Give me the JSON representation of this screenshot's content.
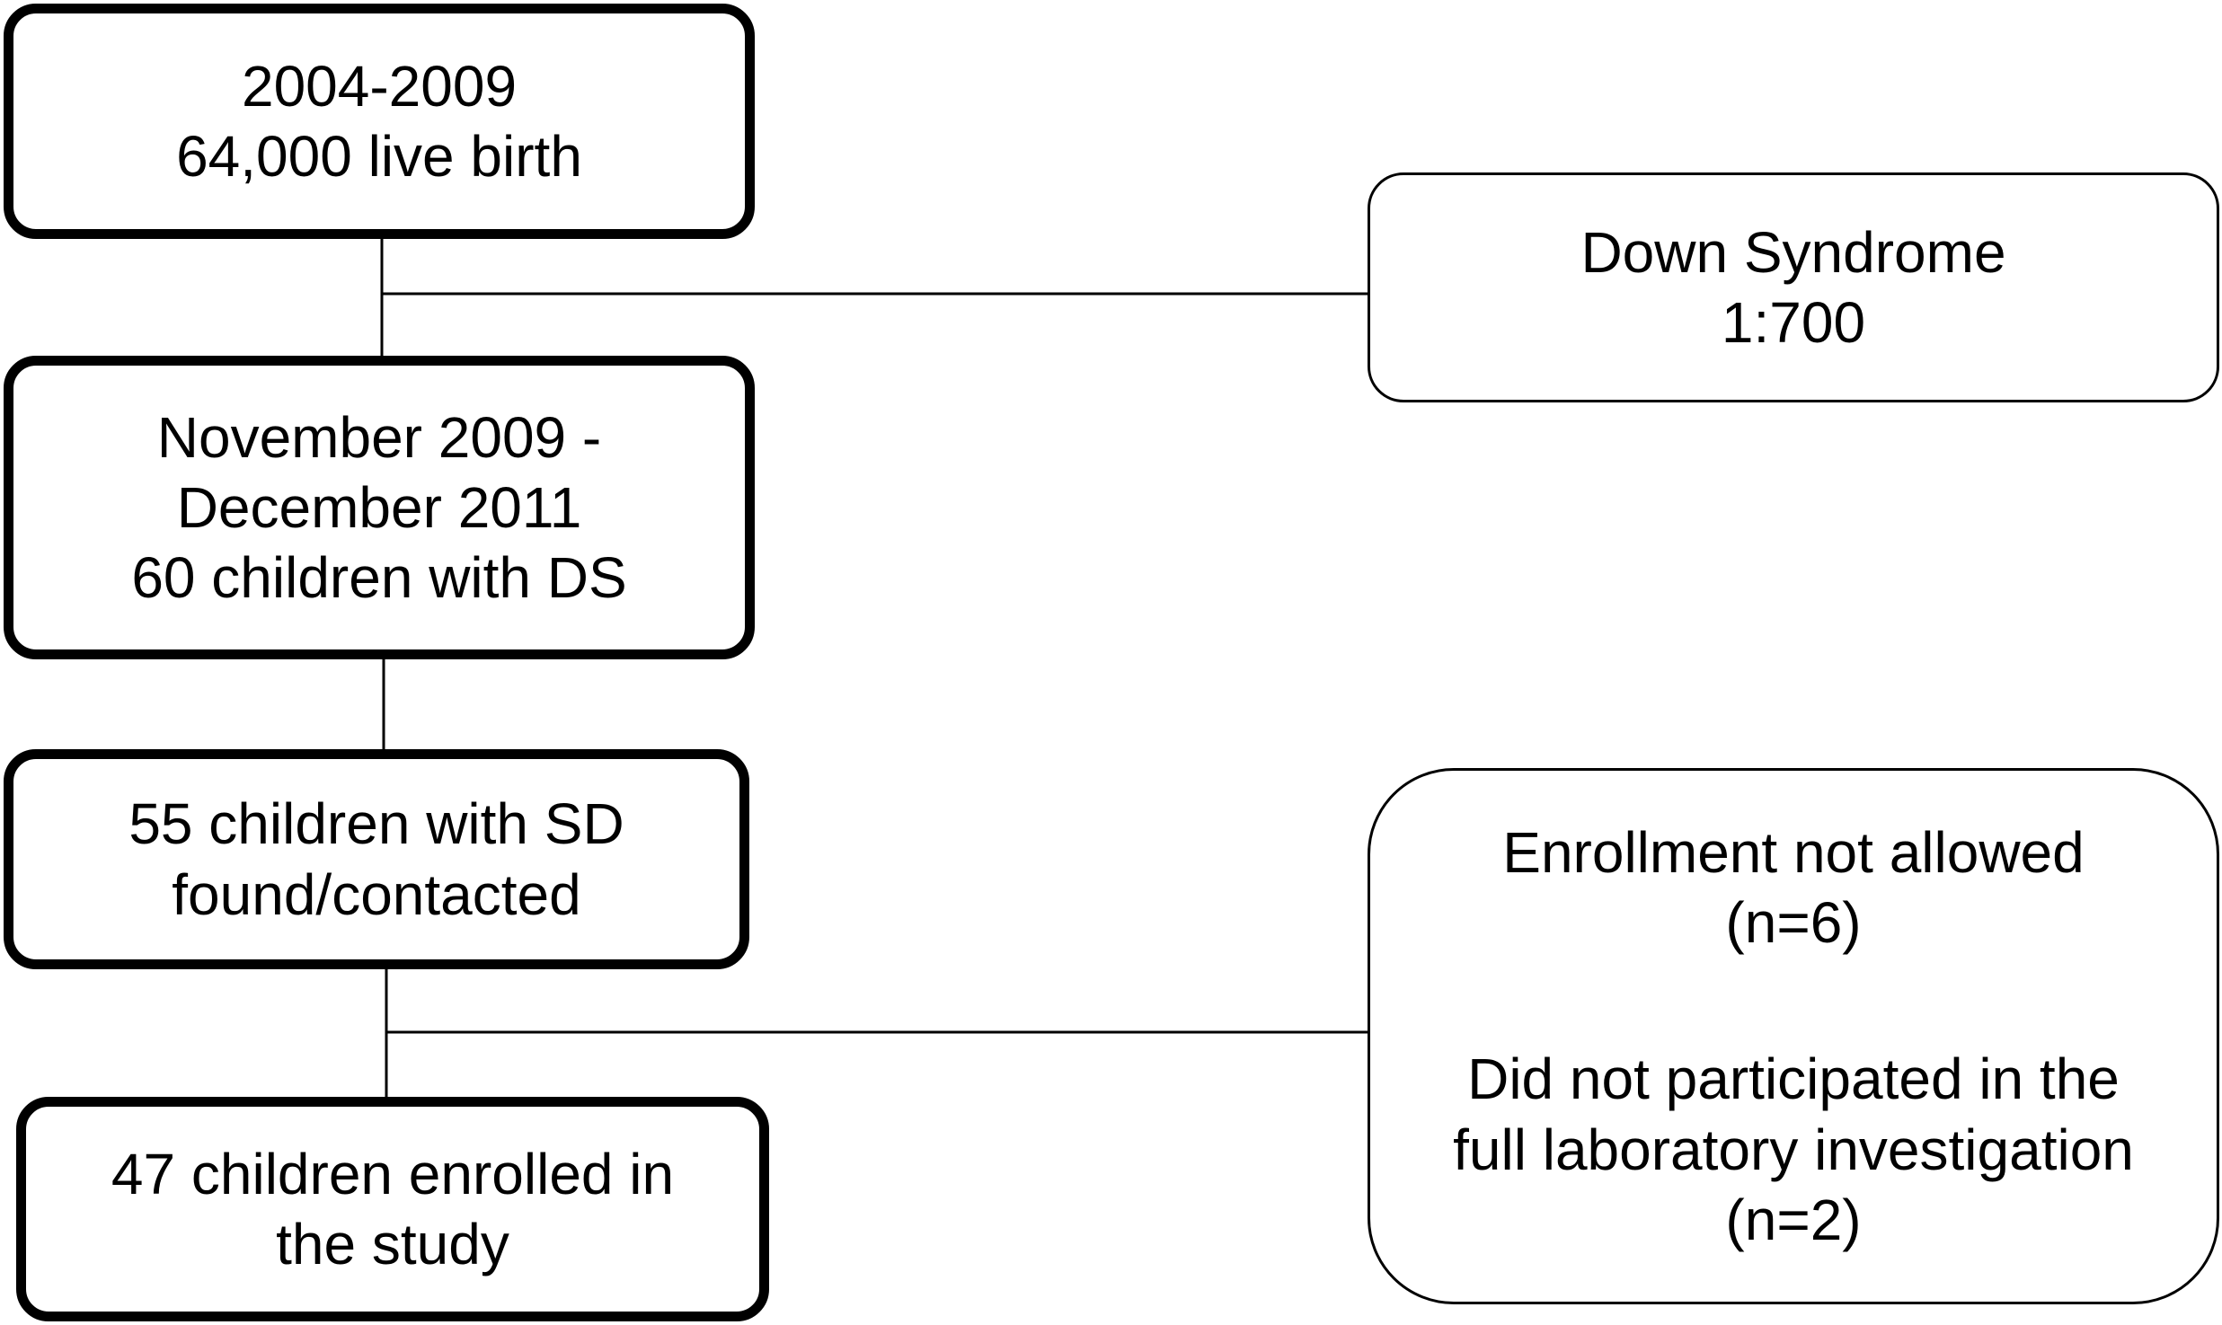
{
  "flowchart": {
    "main_steps": [
      {
        "lines": [
          "2004-2009",
          "64,000 live birth"
        ]
      },
      {
        "lines": [
          "November 2009 -",
          "December 2011",
          "60 children with DS"
        ]
      },
      {
        "lines": [
          "55 children with SD",
          "found/contacted"
        ]
      },
      {
        "lines": [
          "47 children enrolled in",
          "the study"
        ]
      }
    ],
    "side_boxes": {
      "prevalence": {
        "lines": [
          "Down Syndrome",
          "1:700"
        ]
      },
      "exclusions": {
        "group1": [
          "Enrollment not allowed",
          "(n=6)"
        ],
        "group2": [
          "Did not participated in the",
          "full laboratory investigation",
          "(n=2)"
        ]
      }
    }
  }
}
